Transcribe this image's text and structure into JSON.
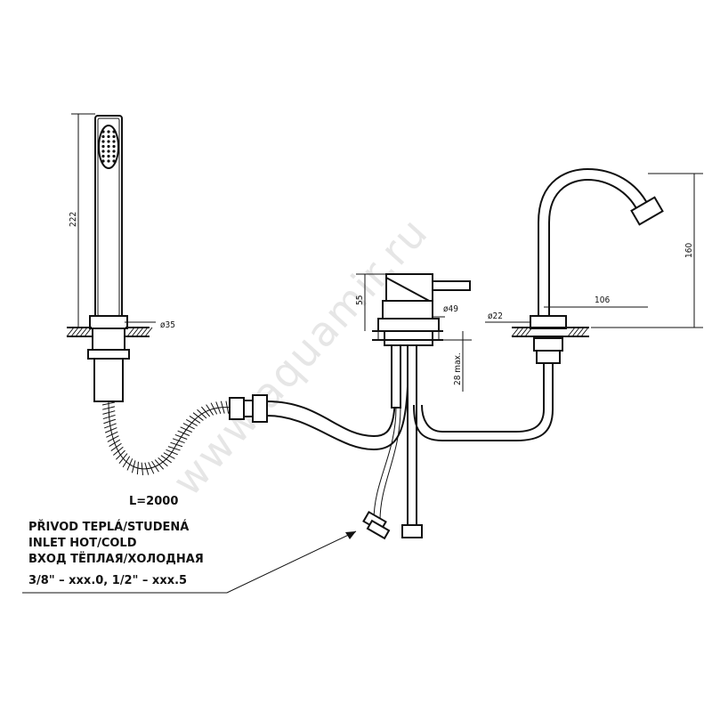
{
  "watermark": "www.aquamir.ru",
  "dimensions": {
    "shower_height": "222",
    "shower_diameter": "ø35",
    "mixer_height": "55",
    "mixer_diameter": "ø49",
    "deck_thickness": "28 max.",
    "spout_diameter": "ø22",
    "spout_reach": "106",
    "spout_height": "160",
    "hose_length": "L=2000"
  },
  "inlet_note": {
    "line1": "PŘIVOD TEPLÁ/STUDENÁ",
    "line2": "INLET HOT/COLD",
    "line3": "ВХОД ТЁПЛАЯ/ХОЛОДНАЯ",
    "line4": "3/8\" – xxx.0, 1/2\" – xxx.5"
  }
}
